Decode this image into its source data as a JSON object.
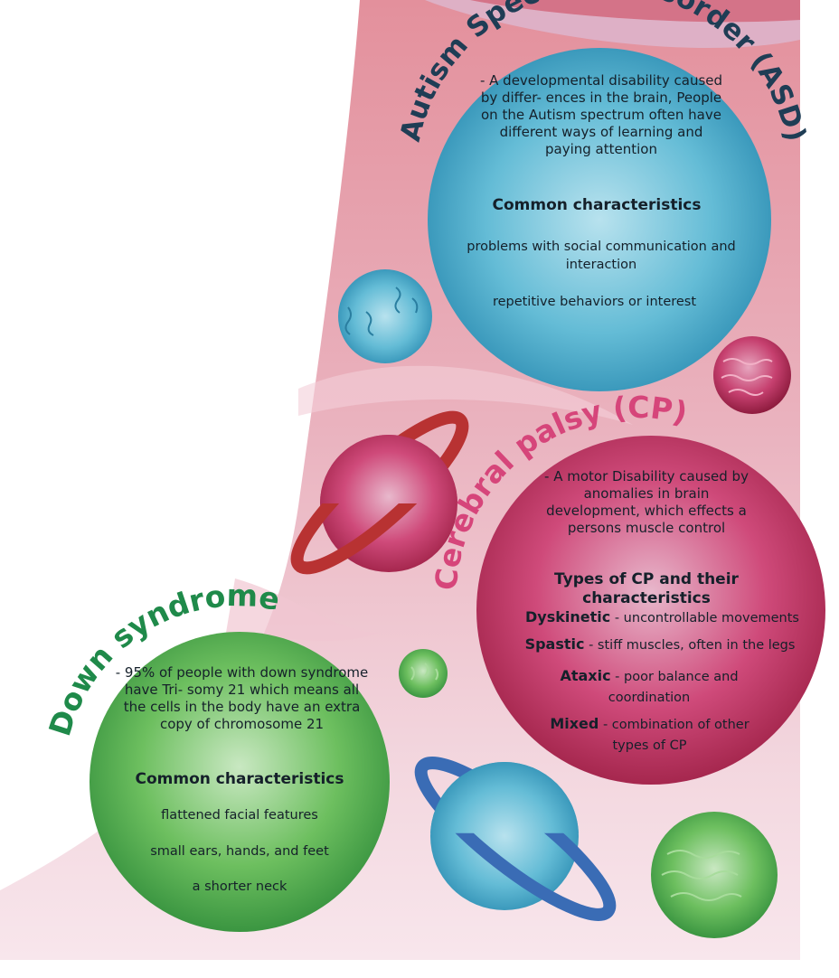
{
  "asd": {
    "title": "Autism Spectrum Disorder (ASD)",
    "description": "- A developmental disability caused by differ- ences in the brain, People on the Autism spectrum often have different ways of learning and paying attention",
    "heading": "Common characteristics",
    "items": [
      "problems with social communication and interaction",
      "repetitive behaviors or interest"
    ]
  },
  "cp": {
    "title": "Cerebral palsy (CP)",
    "description": "- A motor Disability caused by anomalies in brain development, which effects a persons muscle control",
    "heading": "Types of CP and their characteristics",
    "types": [
      {
        "name": "Dyskinetic",
        "desc": " - uncontrollable movements"
      },
      {
        "name": "Spastic",
        "desc": " - stiff muscles, often in the legs"
      },
      {
        "name": "Ataxic",
        "desc": " - poor balance and coordination"
      },
      {
        "name": "Mixed",
        "desc": " - combination of other types of CP"
      }
    ]
  },
  "down": {
    "title": "Down syndrome",
    "description": "- 95% of people with down syndrome have Tri- somy 21 which means all the cells in the body have an extra copy of chromosome 21",
    "heading": "Common characteristics",
    "items": [
      "flattened facial features",
      "small ears, hands, and feet",
      "a shorter neck"
    ]
  },
  "colors": {
    "asd_title": "#1f3d55",
    "cp_title": "#d6457a",
    "down_title": "#1f8a4a",
    "blue_planet": "#5bb8d4",
    "pink_planet": "#c83a68",
    "green_planet": "#5cb85c",
    "ring_red": "#b83232",
    "ring_blue": "#3a6cb5"
  }
}
